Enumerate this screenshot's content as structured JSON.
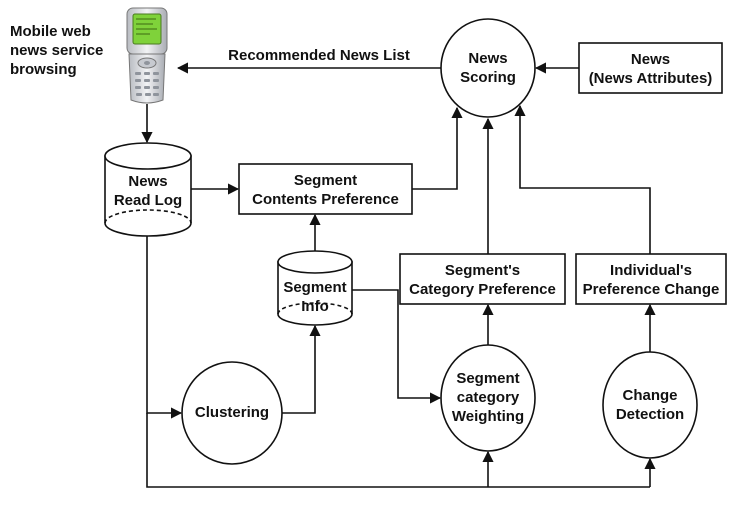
{
  "phone": {
    "caption_lines": [
      "Mobile web",
      "news service",
      "browsing"
    ]
  },
  "nodes": {
    "news_scoring": [
      "News",
      "Scoring"
    ],
    "news_attributes": [
      "News",
      "(News Attributes)"
    ],
    "news_read_log": [
      "News",
      "Read Log"
    ],
    "segment_contents_preference": [
      "Segment",
      "Contents Preference"
    ],
    "segment_info": [
      "Segment",
      "Info"
    ],
    "segment_category_preference": [
      "Segment's",
      "Category Preference"
    ],
    "individual_preference_change": [
      "Individual's",
      "Preference Change"
    ],
    "clustering": [
      "Clustering"
    ],
    "segment_category_weighting": [
      "Segment",
      "category",
      "Weighting"
    ],
    "change_detection": [
      "Change",
      "Detection"
    ]
  },
  "edges": {
    "recommended_news_list": "Recommended News List"
  },
  "colors": {
    "stroke": "#111111",
    "background": "#ffffff",
    "phone_screen": "#7fd23a"
  }
}
